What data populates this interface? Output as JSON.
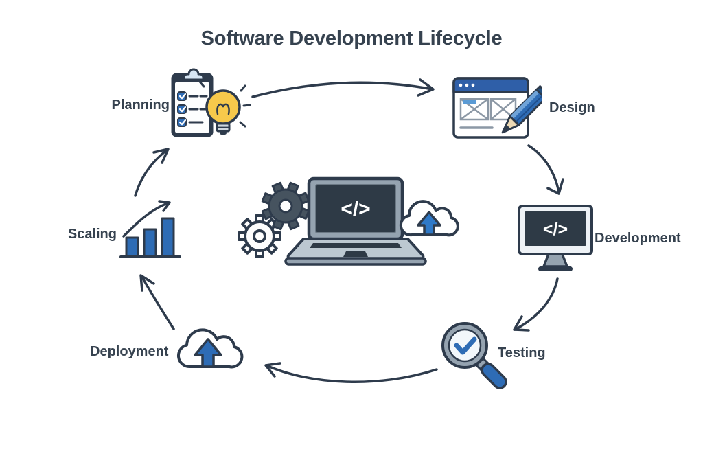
{
  "title": "Software Development Lifecycle",
  "cycle_order": [
    "Planning",
    "Design",
    "Development",
    "Testing",
    "Deployment",
    "Scaling"
  ],
  "stages": [
    {
      "id": "planning",
      "label": "Planning",
      "icon": "clipboard-checklist-lightbulb-icon",
      "label_side": "left"
    },
    {
      "id": "design",
      "label": "Design",
      "icon": "browser-wireframe-pencil-icon",
      "label_side": "right"
    },
    {
      "id": "development",
      "label": "Development",
      "icon": "monitor-code-icon",
      "label_side": "right"
    },
    {
      "id": "testing",
      "label": "Testing",
      "icon": "magnifier-checkmark-icon",
      "label_side": "right"
    },
    {
      "id": "deployment",
      "label": "Deployment",
      "icon": "cloud-upload-icon",
      "label_side": "left"
    },
    {
      "id": "scaling",
      "label": "Scaling",
      "icon": "growth-bar-chart-icon",
      "label_side": "left"
    }
  ],
  "center": {
    "icons": [
      "gears-icon",
      "laptop-code-icon",
      "cloud-upload-icon"
    ],
    "code_glyph": "</>"
  },
  "colors": {
    "background": "#ffffff",
    "outline": "#2e3b4c",
    "text": "#36424f",
    "blue": "#2e6cb5",
    "blue_header": "#2f5fa8",
    "blue_bright": "#2f79c7",
    "light_blue": "#d7e6f4",
    "yellow": "#f7c94b",
    "gray": "#95a3b0",
    "gray_light": "#bcc8d1",
    "screen": "#2e3a46"
  }
}
